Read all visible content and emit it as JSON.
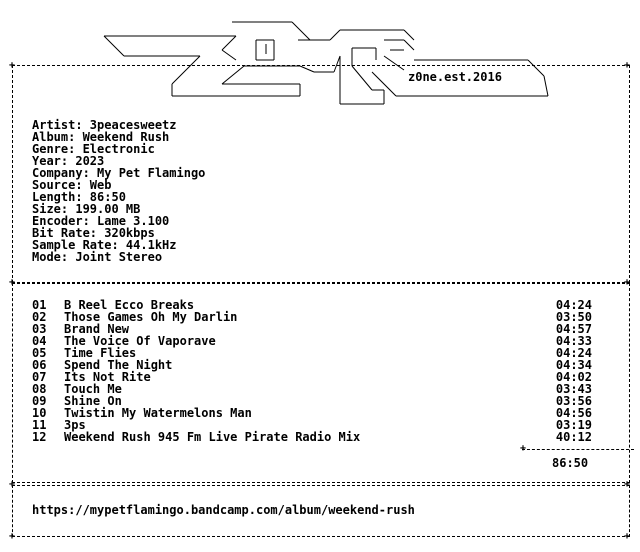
{
  "header": {
    "tagline": "z0ne.est.2016"
  },
  "info": [
    "Artist: 3peacesweetz",
    "Album: Weekend Rush",
    "Genre: Electronic",
    "Year: 2023",
    "Company: My Pet Flamingo",
    "Source: Web",
    "Length: 86:50",
    "Size: 199.00 MB",
    "Encoder: Lame 3.100",
    "Bit Rate: 320kbps",
    "Sample Rate: 44.1kHz",
    "Mode: Joint Stereo"
  ],
  "tracks": [
    {
      "num": "01",
      "title": "B Reel Ecco Breaks",
      "duration": "04:24"
    },
    {
      "num": "02",
      "title": "Those Games Oh My Darlin",
      "duration": "03:50"
    },
    {
      "num": "03",
      "title": "Brand New",
      "duration": "04:57"
    },
    {
      "num": "04",
      "title": "The Voice Of Vaporave",
      "duration": "04:33"
    },
    {
      "num": "05",
      "title": "Time Flies",
      "duration": "04:24"
    },
    {
      "num": "06",
      "title": "Spend The Night",
      "duration": "04:34"
    },
    {
      "num": "07",
      "title": "Its Not Rite",
      "duration": "04:02"
    },
    {
      "num": "08",
      "title": "Touch Me",
      "duration": "03:43"
    },
    {
      "num": "09",
      "title": "Shine On",
      "duration": "03:56"
    },
    {
      "num": "10",
      "title": "Twistin My Watermelons Man",
      "duration": "04:56"
    },
    {
      "num": "11",
      "title": "3ps",
      "duration": "03:19"
    },
    {
      "num": "12",
      "title": "Weekend Rush 945 Fm Live Pirate Radio Mix",
      "duration": "40:12"
    }
  ],
  "total_length": "86:50",
  "url": "https://mypetflamingo.bandcamp.com/album/weekend-rush"
}
